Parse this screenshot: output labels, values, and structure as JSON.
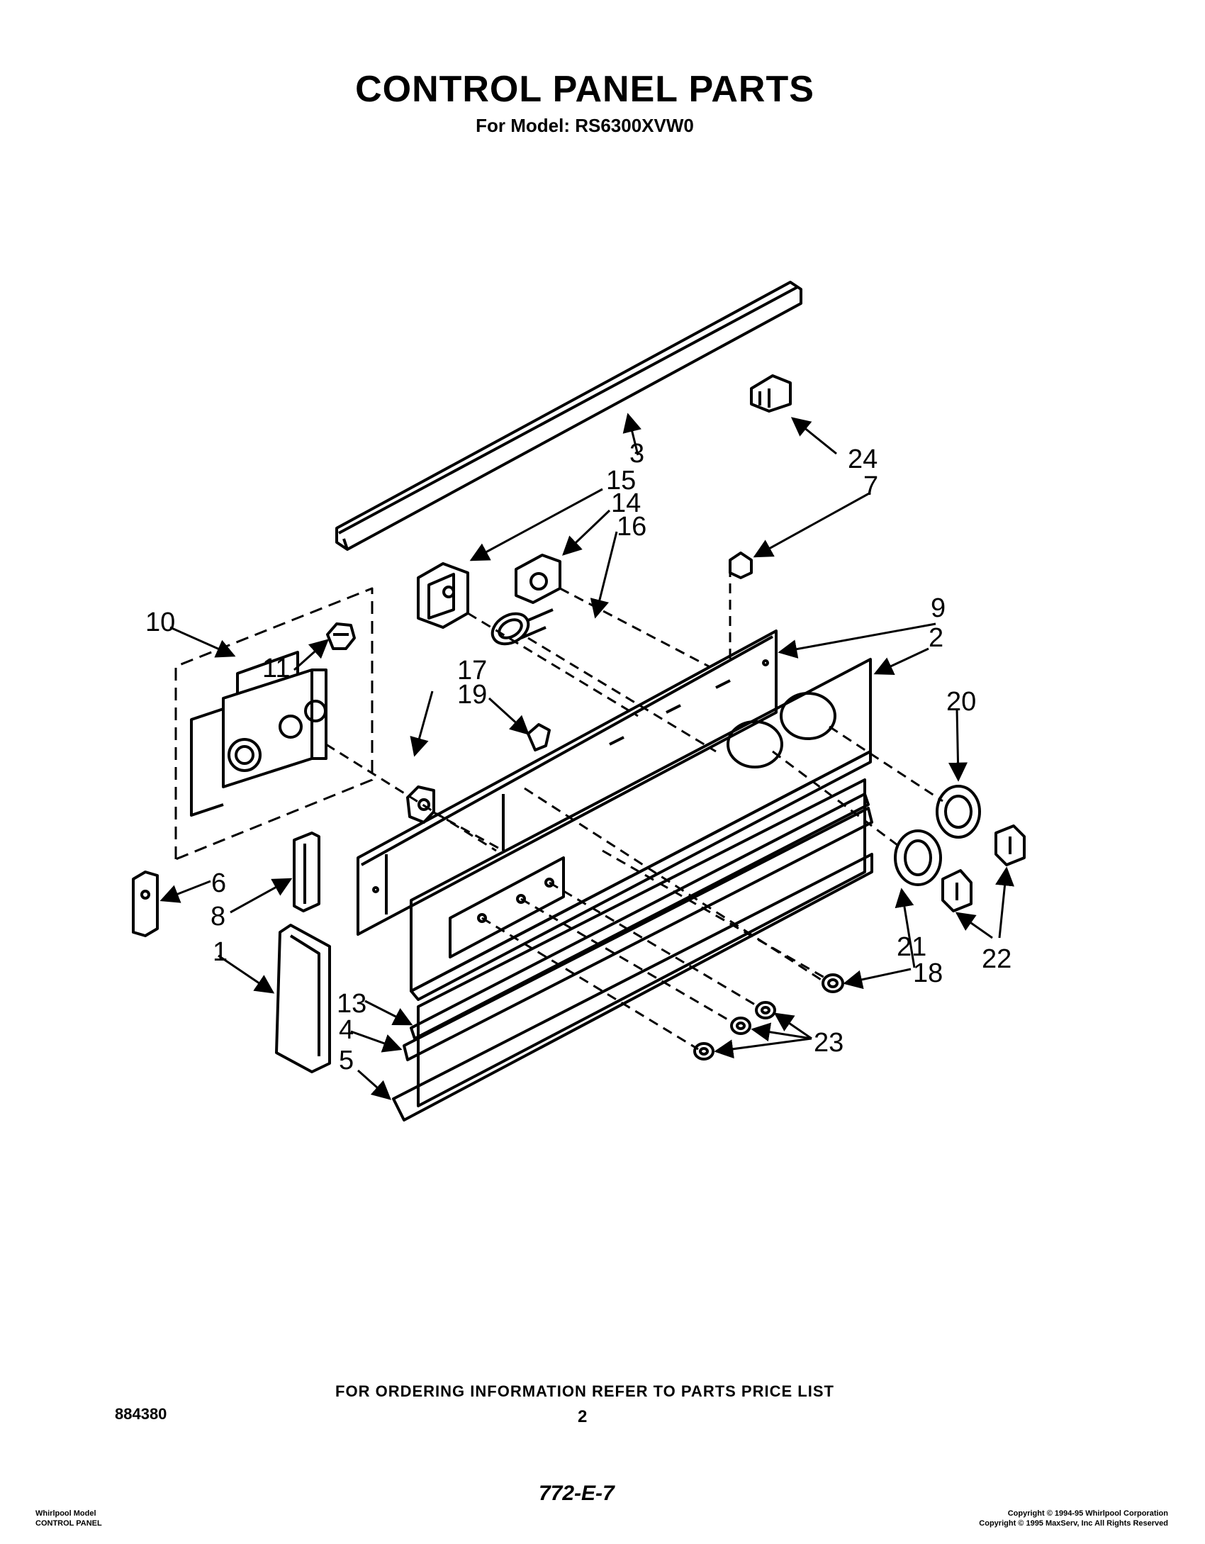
{
  "header": {
    "title": "CONTROL PANEL PARTS",
    "subtitle": "For Model: RS6300XVW0"
  },
  "callouts": {
    "c1": "1",
    "c2": "2",
    "c3": "3",
    "c4": "4",
    "c5": "5",
    "c6": "6",
    "c7": "7",
    "c8": "8",
    "c9": "9",
    "c10": "10",
    "c11": "11",
    "c13": "13",
    "c14": "14",
    "c15": "15",
    "c16": "16",
    "c17": "17",
    "c18": "18",
    "c19": "19",
    "c20": "20",
    "c21": "21",
    "c22": "22",
    "c23": "23",
    "c24": "24"
  },
  "footer": {
    "ordering_note": "FOR ORDERING INFORMATION REFER TO PARTS PRICE LIST",
    "document_number": "884380",
    "page_number": "2",
    "handwritten_code": "772-E-7",
    "bottom_left_line1": "Whirlpool Model",
    "bottom_left_line2": "CONTROL PANEL",
    "copyright_line1": "Copyright © 1994-95 Whirlpool Corporation",
    "copyright_line2": "Copyright © 1995 MaxServ, Inc   All Rights Reserved"
  }
}
